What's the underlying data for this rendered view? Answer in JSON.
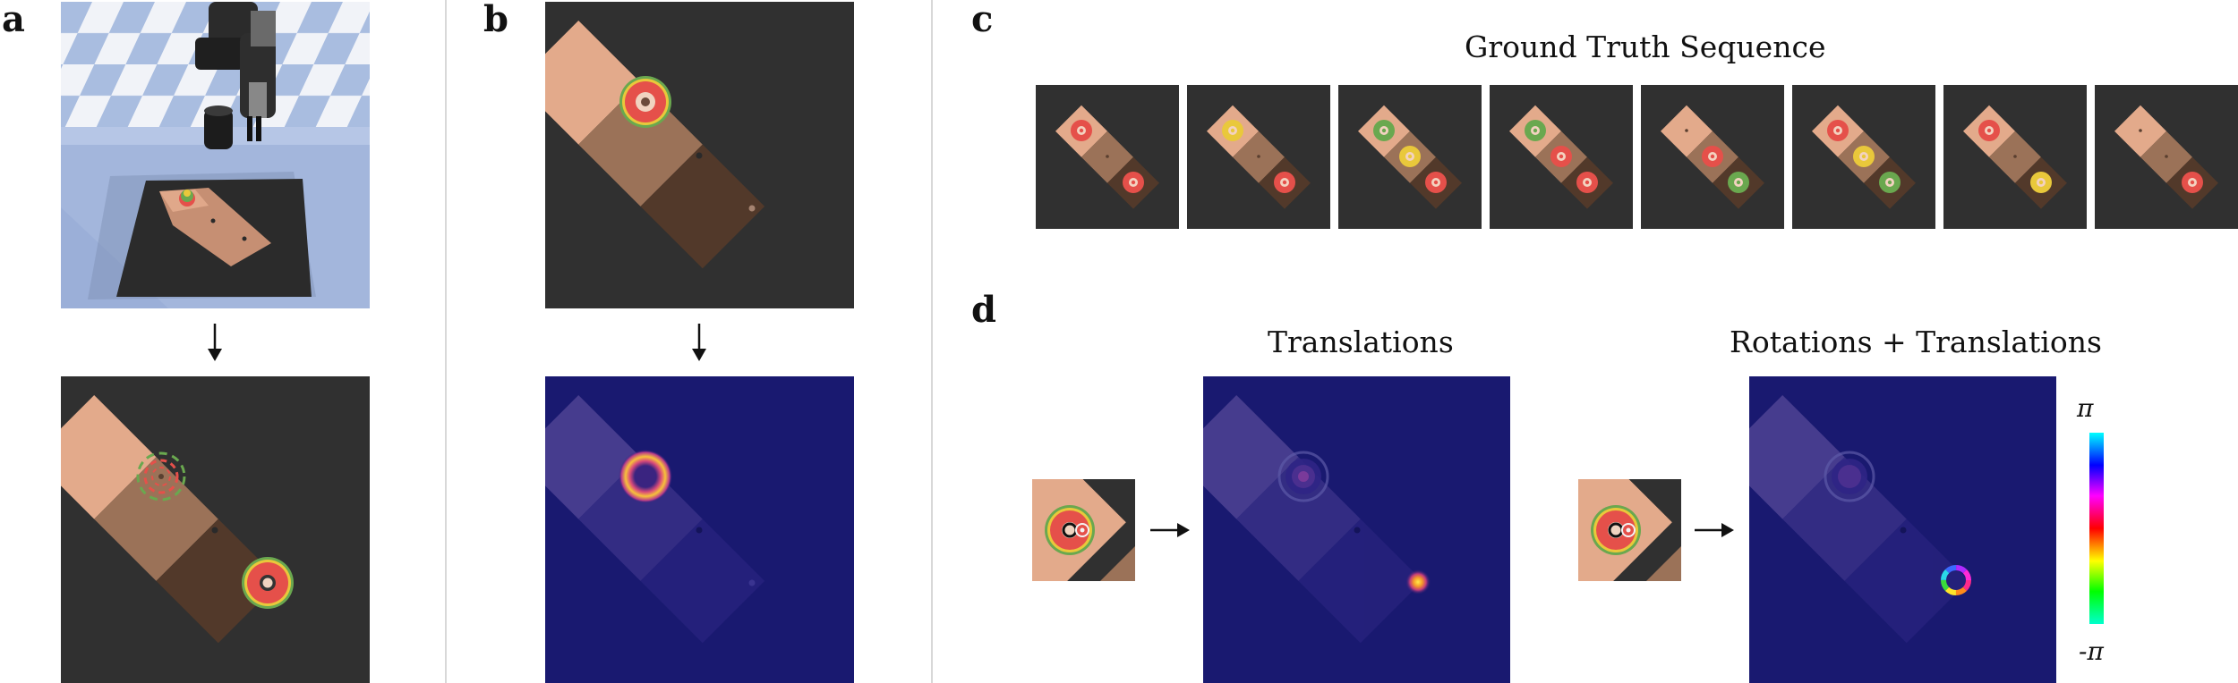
{
  "panels": {
    "a": {
      "letter": "a"
    },
    "b": {
      "letter": "b"
    },
    "c": {
      "letter": "c",
      "title": "Ground Truth Sequence"
    },
    "d": {
      "letter": "d",
      "titles": [
        "Translations",
        "Rotations + Translations"
      ]
    }
  },
  "colorbar": {
    "top_label": "π",
    "bottom_label": "-π"
  },
  "colors": {
    "dark_bg": "#303030",
    "heatmap_bg": "#191970",
    "tile_light": "#e3a98a",
    "tile_mid": "#9c7359",
    "tile_dark": "#52392a",
    "ring_red": "#e5504a",
    "ring_green": "#6aa84f",
    "ring_yellow": "#e9c83b"
  },
  "sequence": [
    {
      "step": 1,
      "discs": [
        "red@0",
        "red@2"
      ]
    },
    {
      "step": 2,
      "discs": [
        "yellow@0",
        "red@2"
      ]
    },
    {
      "step": 3,
      "discs": [
        "green@0",
        "yellow@1",
        "red@2"
      ]
    },
    {
      "step": 4,
      "discs": [
        "green@0",
        "red@1",
        "red@2"
      ]
    },
    {
      "step": 5,
      "discs": [
        "red@1",
        "green@2"
      ]
    },
    {
      "step": 6,
      "discs": [
        "red@0",
        "yellow@1",
        "green@2"
      ]
    },
    {
      "step": 7,
      "discs": [
        "red@0",
        "yellow@2"
      ]
    },
    {
      "step": 8,
      "discs": [
        "red@2"
      ]
    }
  ]
}
